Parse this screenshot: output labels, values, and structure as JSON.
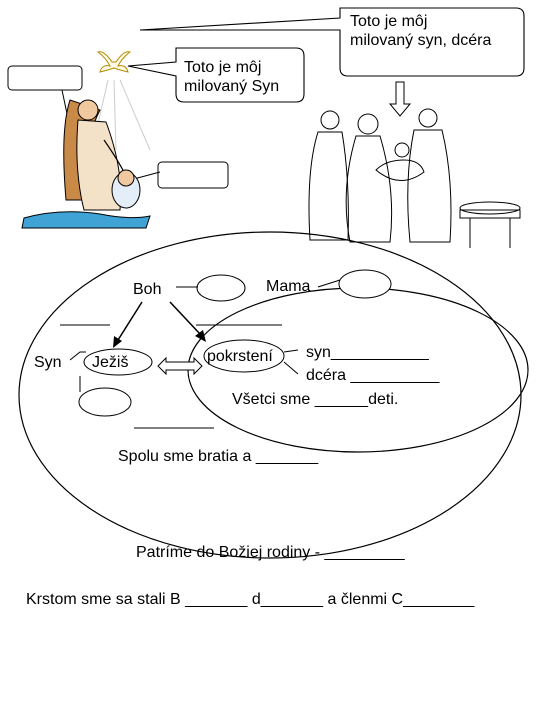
{
  "bubbles": {
    "top_right": [
      "Toto je môj",
      "milovaný syn, dcéra"
    ],
    "middle": [
      "Toto je môj",
      "milovaný Syn"
    ]
  },
  "diagram": {
    "boh": "Boh",
    "mama": "Mama",
    "syn": "Syn",
    "jezis": "Ježiš",
    "pokrstenie": "pokrstení",
    "syn_blank": "syn___________",
    "dcera_blank": "dcéra __________",
    "vsetci": "Všetci sme ______deti.",
    "spolu": "Spolu sme bratia a _______"
  },
  "bottom": {
    "patrime": "Patríme do Božiej rodiny - _________",
    "krstom": "Krstom sme sa stali B _______ d_______ a členmi C________"
  }
}
